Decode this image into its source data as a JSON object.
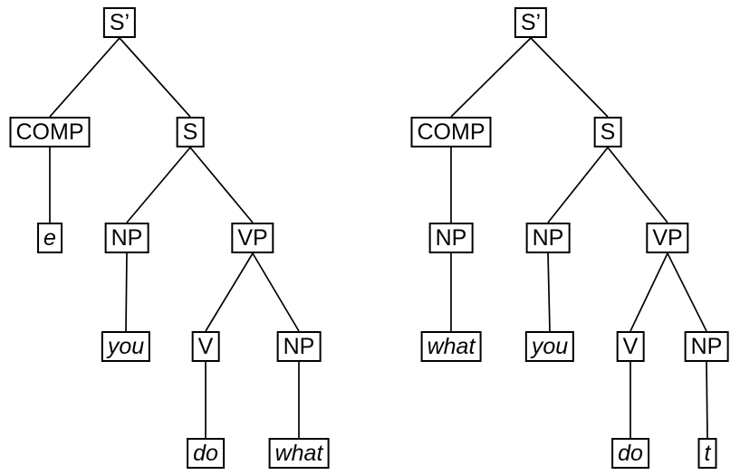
{
  "figure": {
    "background": "#ffffff",
    "line_color": "#000000",
    "box_border_color": "#000000",
    "text_color": "#000000"
  },
  "trees": [
    {
      "name": "left-tree",
      "nodes": [
        {
          "id": "sbar",
          "label": "S’",
          "italic": false
        },
        {
          "id": "comp",
          "label": "COMP",
          "italic": false
        },
        {
          "id": "s",
          "label": "S",
          "italic": false
        },
        {
          "id": "e",
          "label": "e",
          "italic": true
        },
        {
          "id": "np1",
          "label": "NP",
          "italic": false
        },
        {
          "id": "vp",
          "label": "VP",
          "italic": false
        },
        {
          "id": "you",
          "label": "you",
          "italic": true
        },
        {
          "id": "v",
          "label": "V",
          "italic": false
        },
        {
          "id": "np2",
          "label": "NP",
          "italic": false
        },
        {
          "id": "do",
          "label": "do",
          "italic": true
        },
        {
          "id": "what",
          "label": "what",
          "italic": true
        }
      ],
      "edges": [
        [
          "sbar",
          "comp"
        ],
        [
          "sbar",
          "s"
        ],
        [
          "comp",
          "e"
        ],
        [
          "s",
          "np1"
        ],
        [
          "s",
          "vp"
        ],
        [
          "np1",
          "you"
        ],
        [
          "vp",
          "v"
        ],
        [
          "vp",
          "np2"
        ],
        [
          "v",
          "do"
        ],
        [
          "np2",
          "what"
        ]
      ]
    },
    {
      "name": "right-tree",
      "nodes": [
        {
          "id": "sbar",
          "label": "S’",
          "italic": false
        },
        {
          "id": "comp",
          "label": "COMP",
          "italic": false
        },
        {
          "id": "s",
          "label": "S",
          "italic": false
        },
        {
          "id": "np0",
          "label": "NP",
          "italic": false
        },
        {
          "id": "np1",
          "label": "NP",
          "italic": false
        },
        {
          "id": "vp",
          "label": "VP",
          "italic": false
        },
        {
          "id": "what",
          "label": "what",
          "italic": true
        },
        {
          "id": "you",
          "label": "you",
          "italic": true
        },
        {
          "id": "v",
          "label": "V",
          "italic": false
        },
        {
          "id": "np2",
          "label": "NP",
          "italic": false
        },
        {
          "id": "do",
          "label": "do",
          "italic": true
        },
        {
          "id": "t",
          "label": "t",
          "italic": true
        }
      ],
      "edges": [
        [
          "sbar",
          "comp"
        ],
        [
          "sbar",
          "s"
        ],
        [
          "comp",
          "np0"
        ],
        [
          "np0",
          "what"
        ],
        [
          "s",
          "np1"
        ],
        [
          "s",
          "vp"
        ],
        [
          "np1",
          "you"
        ],
        [
          "vp",
          "v"
        ],
        [
          "vp",
          "np2"
        ],
        [
          "v",
          "do"
        ],
        [
          "np2",
          "t"
        ]
      ]
    }
  ]
}
